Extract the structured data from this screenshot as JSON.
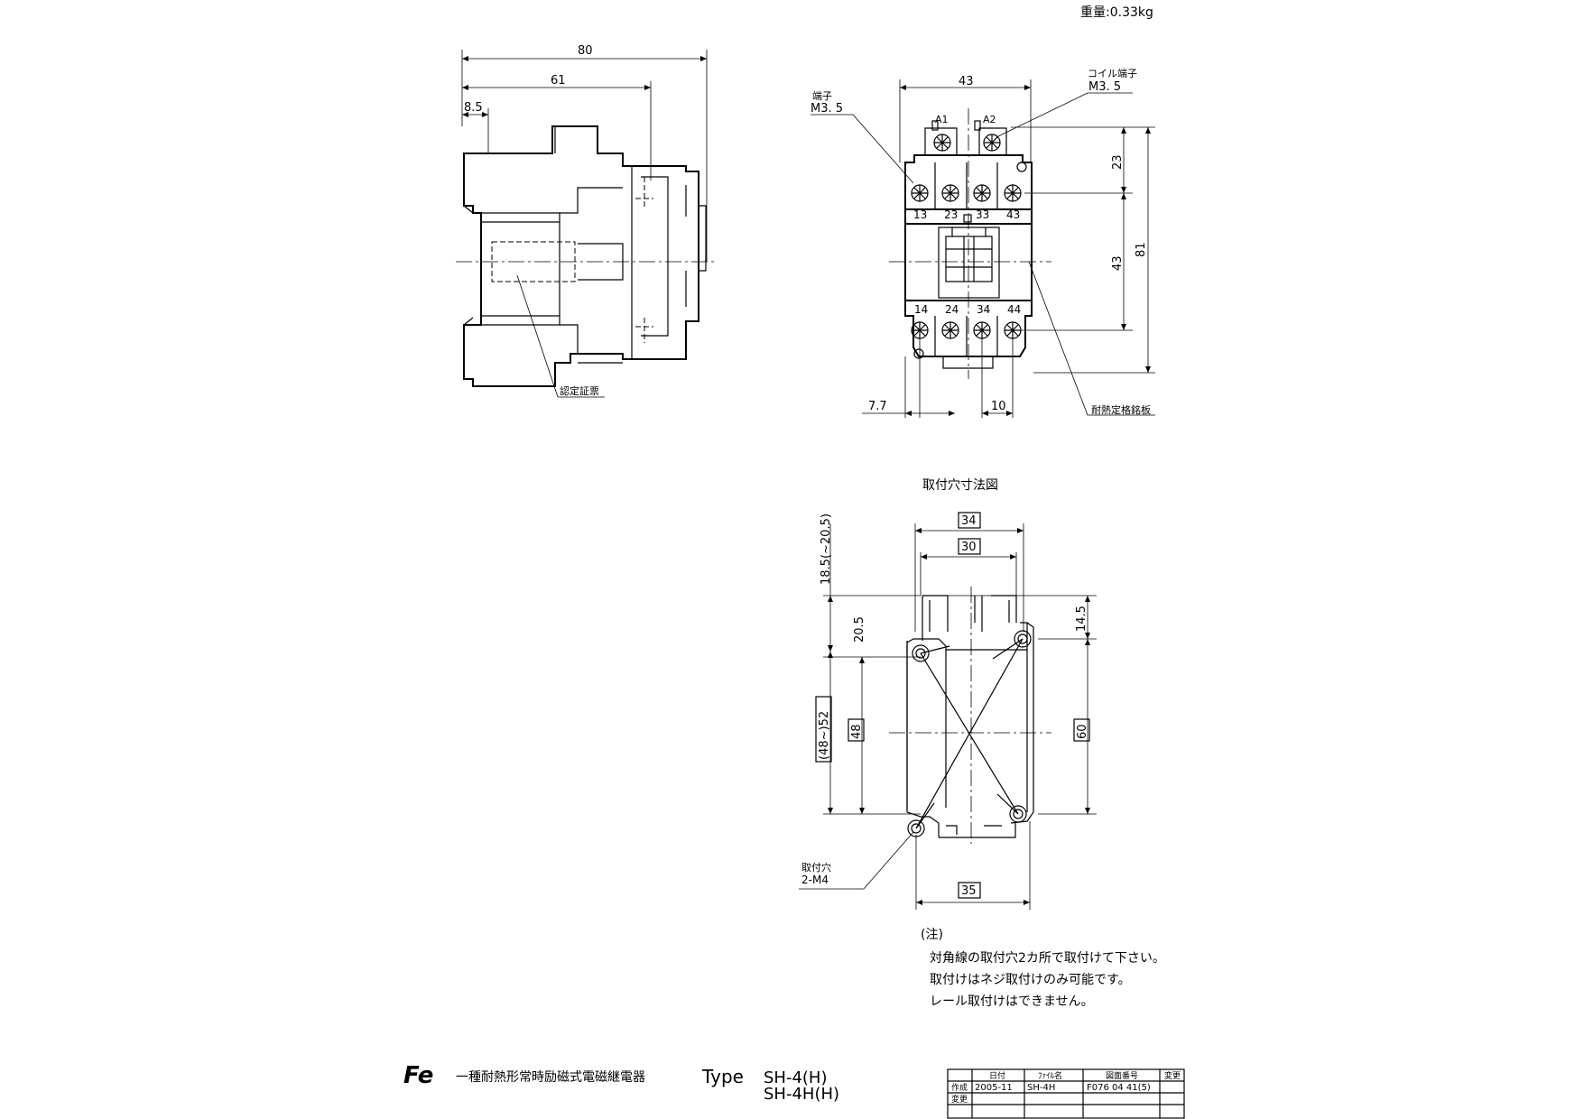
{
  "weight": "重量:0.33kg",
  "side_view": {
    "dim_80": "80",
    "dim_61": "61",
    "dim_8_5": "8.5",
    "cert_label": "認定証票"
  },
  "front_view": {
    "dim_43_top": "43",
    "terminal_label": "端子",
    "terminal_screw": "M3. 5",
    "coil_label": "コイル端子",
    "coil_screw": "M3. 5",
    "coil_a1": "A1",
    "coil_a2": "A2",
    "top_terminals": [
      "13",
      "23",
      "33",
      "43"
    ],
    "bottom_terminals": [
      "14",
      "24",
      "34",
      "44"
    ],
    "dim_23": "23",
    "dim_43_right": "43",
    "dim_81": "81",
    "dim_7_7": "7.7",
    "dim_10": "10",
    "plate_label": "耐熱定格銘板"
  },
  "mounting": {
    "title": "取付穴寸法図",
    "dim_34": "34",
    "dim_30": "30",
    "dim_18_5": "18.5(~20.5)",
    "dim_20_5": "20.5",
    "dim_14_5": "14.5",
    "dim_48_52": "(48~)52",
    "dim_48": "48",
    "dim_60": "60",
    "dim_35": "35",
    "hole_label": "取付穴",
    "hole_spec": "2-M4"
  },
  "notes": {
    "heading": "(注)",
    "lines": [
      "対角線の取付穴2カ所で取付けて下さい。",
      "取付けはネジ取付けのみ可能です。",
      "レール取付けはできません。"
    ]
  },
  "title_block": {
    "logo": "Fe",
    "product_name": "一種耐熱形常時励磁式電磁継電器",
    "type_label": "Type",
    "model_1": "SH-4(H)",
    "model_2": "SH-4H(H)"
  },
  "revision_table": {
    "headers": [
      "日付",
      "ﾌｧｲﾙ名",
      "図面番号",
      "変更"
    ],
    "row_labels": [
      "作成",
      "変更"
    ],
    "row1": [
      "2005-11",
      "SH-4H",
      "F076 04 41(5)",
      ""
    ]
  }
}
